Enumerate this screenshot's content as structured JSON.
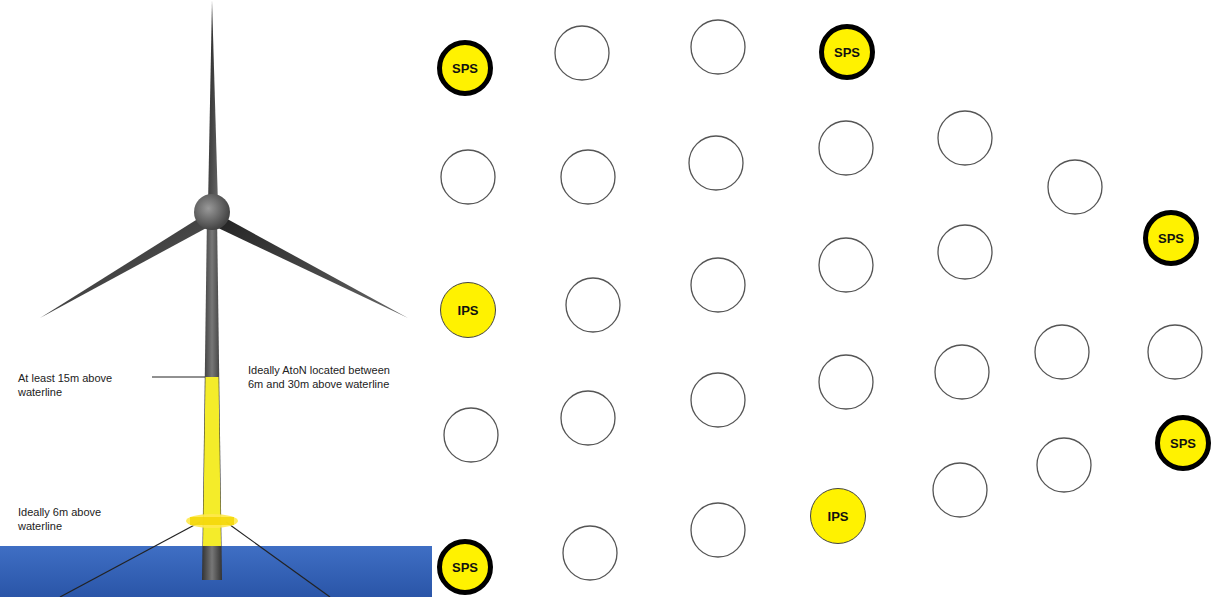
{
  "diagram": {
    "nodes": [
      {
        "text": [
          "SPS"
        ]
      },
      {
        "text": [
          "SPS"
        ]
      },
      {
        "text": [
          "SPS"
        ]
      },
      {
        "text": [
          "IPS"
        ]
      },
      {
        "text": [
          "SPS"
        ]
      },
      {
        "text": [
          "IPS"
        ]
      },
      {
        "text": [
          "SPS"
        ]
      }
    ],
    "labels": [
      "At least 15m above waterline",
      "Ideally AtoN located between 6m and 30m above waterline",
      "Ideally 6m above waterline"
    ]
  }
}
